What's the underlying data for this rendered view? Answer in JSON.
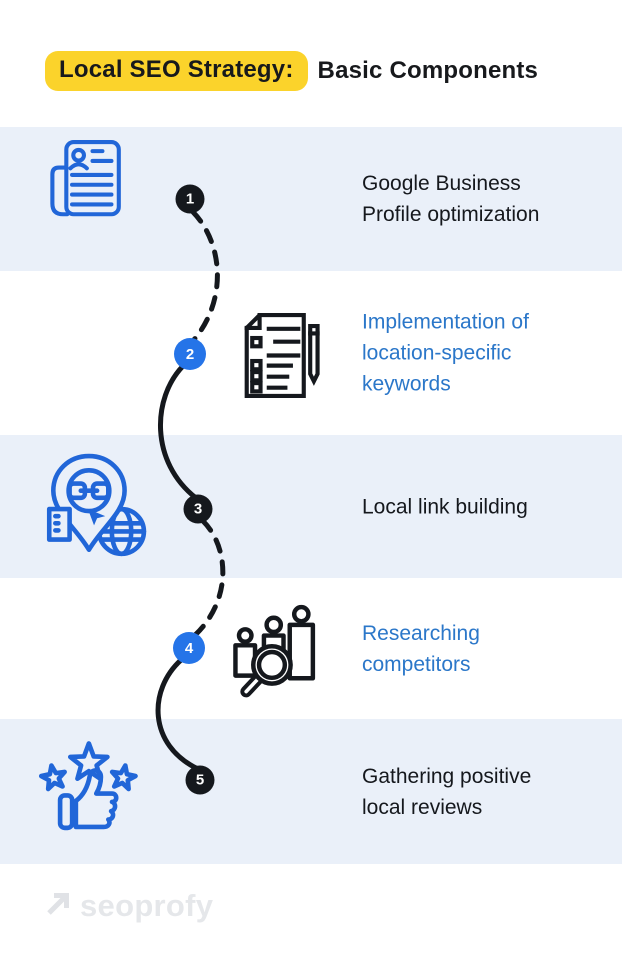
{
  "header": {
    "highlight": "Local SEO Strategy:",
    "rest": "Basic Components"
  },
  "items": [
    {
      "number": "1",
      "label": "Google Business\nProfile optimization",
      "variant": "black",
      "icon": "profile-document-icon"
    },
    {
      "number": "2",
      "label": "Implementation of\nlocation-specific\nkeywords",
      "variant": "blue",
      "icon": "checklist-pen-icon"
    },
    {
      "number": "3",
      "label": "Local link building",
      "variant": "black",
      "icon": "location-pin-link-globe-icon"
    },
    {
      "number": "4",
      "label": "Researching\ncompetitors",
      "variant": "blue",
      "icon": "competitors-magnifier-icon"
    },
    {
      "number": "5",
      "label": "Gathering positive\nlocal reviews",
      "variant": "black",
      "icon": "thumbs-up-stars-icon"
    }
  ],
  "footer": {
    "logo_text": "seoprofy"
  },
  "colors": {
    "highlight_yellow": "#FBD32B",
    "row_light_blue": "#EAF0F9",
    "ink_black": "#15181D",
    "icon_blue": "#2166D8",
    "circle_blue": "#2574E8",
    "text_blue": "#2B77C9",
    "logo_gray": "#E5E7EA"
  }
}
